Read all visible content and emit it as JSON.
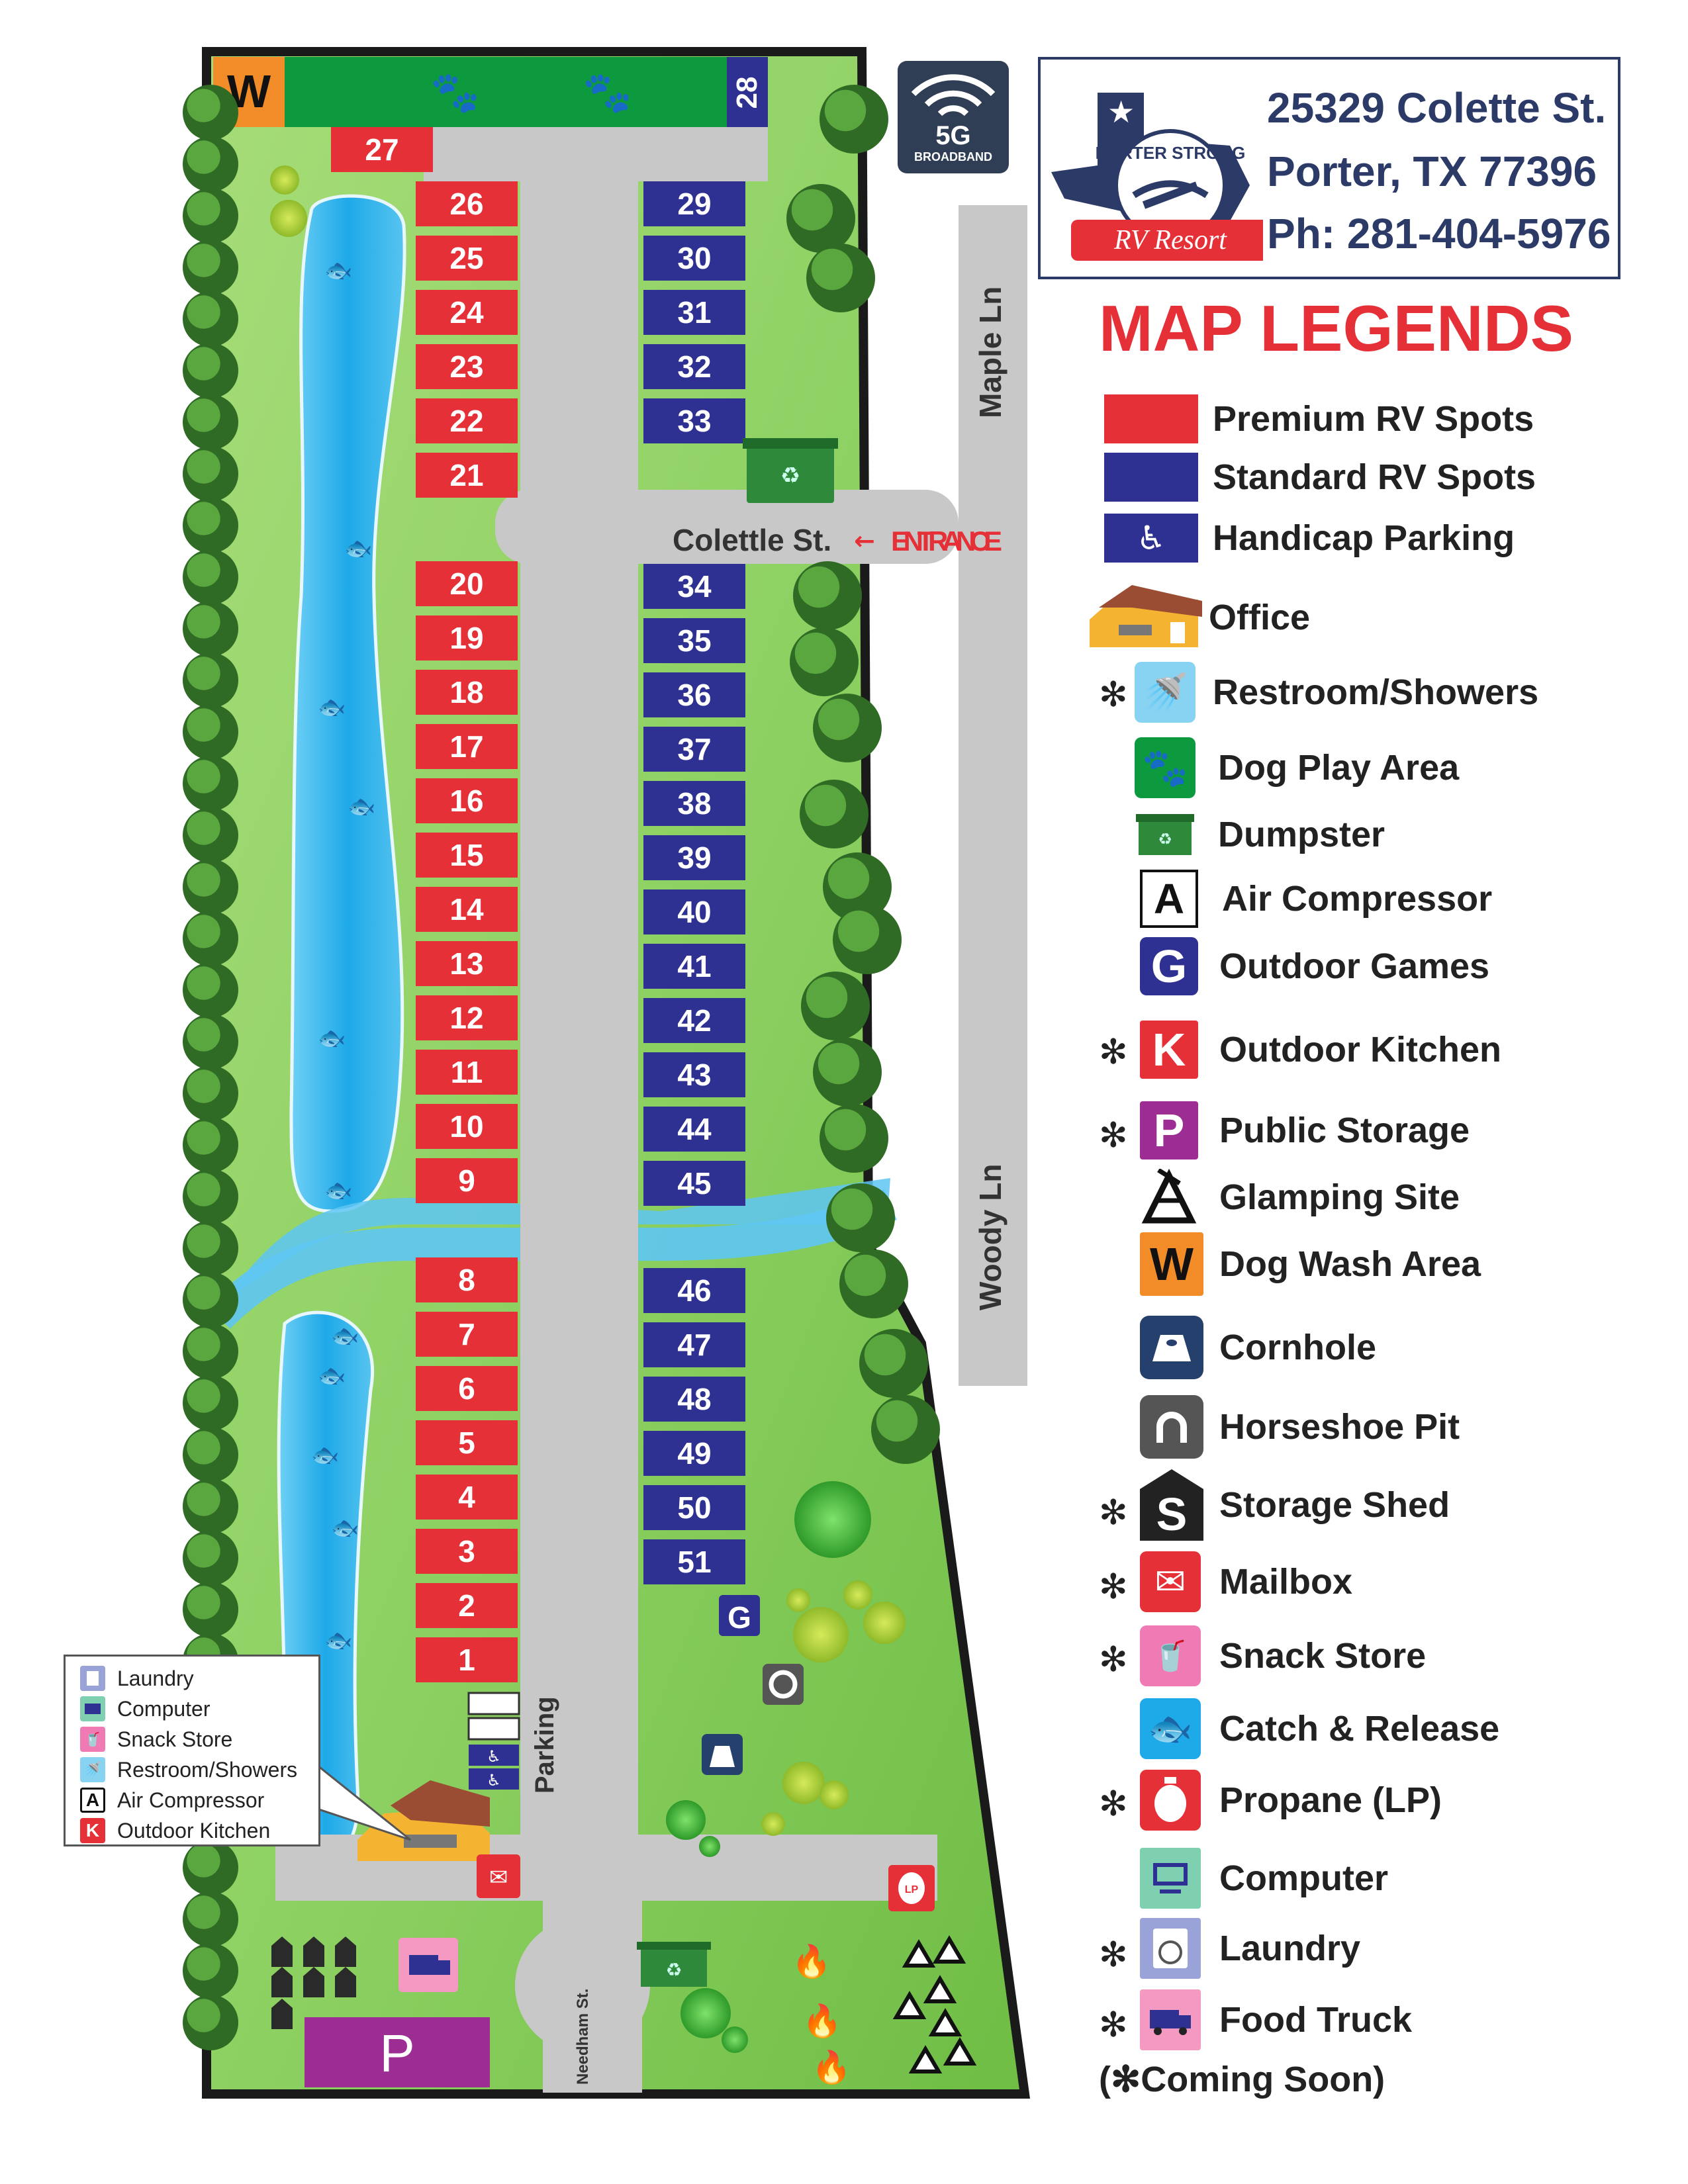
{
  "header": {
    "address_line1": "25329 Colette St.",
    "address_line2": "Porter, TX 77396",
    "phone": "Ph: 281-404-5976",
    "logo_arc_text": "PORTER STRONG",
    "logo_banner_text": "RV Resort"
  },
  "broadband": {
    "label": "5G",
    "sub": "BROADBAND"
  },
  "legend": {
    "title": "MAP LEGENDS",
    "footnote": "(✻Coming Soon)",
    "items": [
      {
        "label": "Premium RV Spots",
        "icon": "premium-swatch",
        "color": "#e63037"
      },
      {
        "label": "Standard RV Spots",
        "icon": "standard-swatch",
        "color": "#2e3192"
      },
      {
        "label": "Handicap Parking",
        "icon": "wheelchair-icon",
        "color": "#2e3192"
      },
      {
        "label": "Office",
        "icon": "office-icon"
      },
      {
        "label": "Restroom/Showers",
        "icon": "shower-icon",
        "coming_soon": true
      },
      {
        "label": "Dog Play Area",
        "icon": "paw-icon"
      },
      {
        "label": "Dumpster",
        "icon": "dumpster-icon"
      },
      {
        "label": "Air Compressor",
        "icon": "air-compressor-icon",
        "glyph": "A"
      },
      {
        "label": "Outdoor Games",
        "icon": "outdoor-games-icon",
        "glyph": "G"
      },
      {
        "label": "Outdoor Kitchen",
        "icon": "outdoor-kitchen-icon",
        "glyph": "K",
        "coming_soon": true
      },
      {
        "label": "Public Storage",
        "icon": "public-storage-icon",
        "glyph": "P",
        "coming_soon": true
      },
      {
        "label": "Glamping Site",
        "icon": "tent-icon"
      },
      {
        "label": "Dog Wash Area",
        "icon": "dog-wash-icon",
        "glyph": "W"
      },
      {
        "label": "Cornhole",
        "icon": "cornhole-icon"
      },
      {
        "label": "Horseshoe Pit",
        "icon": "horseshoe-icon"
      },
      {
        "label": "Storage Shed",
        "icon": "storage-shed-icon",
        "glyph": "S",
        "coming_soon": true
      },
      {
        "label": "Mailbox",
        "icon": "mailbox-icon",
        "coming_soon": true
      },
      {
        "label": "Snack Store",
        "icon": "snack-store-icon",
        "coming_soon": true
      },
      {
        "label": "Catch & Release",
        "icon": "fish-icon"
      },
      {
        "label": "Propane (LP)",
        "icon": "propane-icon",
        "coming_soon": true
      },
      {
        "label": "Computer",
        "icon": "computer-icon"
      },
      {
        "label": "Laundry",
        "icon": "laundry-icon",
        "coming_soon": true
      },
      {
        "label": "Food Truck",
        "icon": "food-truck-icon",
        "coming_soon": true
      }
    ]
  },
  "streets": {
    "colette": "Colettle St.",
    "entrance": "ENTRANCE",
    "maple": "Maple Ln",
    "woody": "Woody Ln",
    "needham": "Needham St.",
    "parking": "Parking"
  },
  "map_labels": {
    "dog_wash": "W",
    "games": "G",
    "public_storage": "P",
    "propane": "LP"
  },
  "sites": {
    "premium_top": "27",
    "premium_left": [
      "26",
      "25",
      "24",
      "23",
      "22",
      "21",
      "20",
      "19",
      "18",
      "17",
      "16",
      "15",
      "14",
      "13",
      "12",
      "11",
      "10",
      "9",
      "8",
      "7",
      "6",
      "5",
      "4",
      "3",
      "2",
      "1"
    ],
    "standard_top": "28",
    "standard_right": [
      "29",
      "30",
      "31",
      "32",
      "33",
      "34",
      "35",
      "36",
      "37",
      "38",
      "39",
      "40",
      "41",
      "42",
      "43",
      "44",
      "45",
      "46",
      "47",
      "48",
      "49",
      "50",
      "51"
    ]
  },
  "inset": {
    "items": [
      {
        "label": "Laundry",
        "icon": "laundry-icon"
      },
      {
        "label": "Computer",
        "icon": "computer-icon"
      },
      {
        "label": "Snack Store",
        "icon": "snack-store-icon"
      },
      {
        "label": "Restroom/Showers",
        "icon": "shower-icon"
      },
      {
        "label": "Air Compressor",
        "icon": "air-compressor-icon",
        "glyph": "A"
      },
      {
        "label": "Outdoor Kitchen",
        "icon": "outdoor-kitchen-icon",
        "glyph": "K"
      }
    ]
  },
  "colors": {
    "premium": "#e63037",
    "standard": "#2e3192",
    "grass": "#8ed163",
    "water": "#1ea9e8",
    "road": "#c8c8c8",
    "title_red": "#e43036",
    "navy_text": "#2c3a67"
  }
}
